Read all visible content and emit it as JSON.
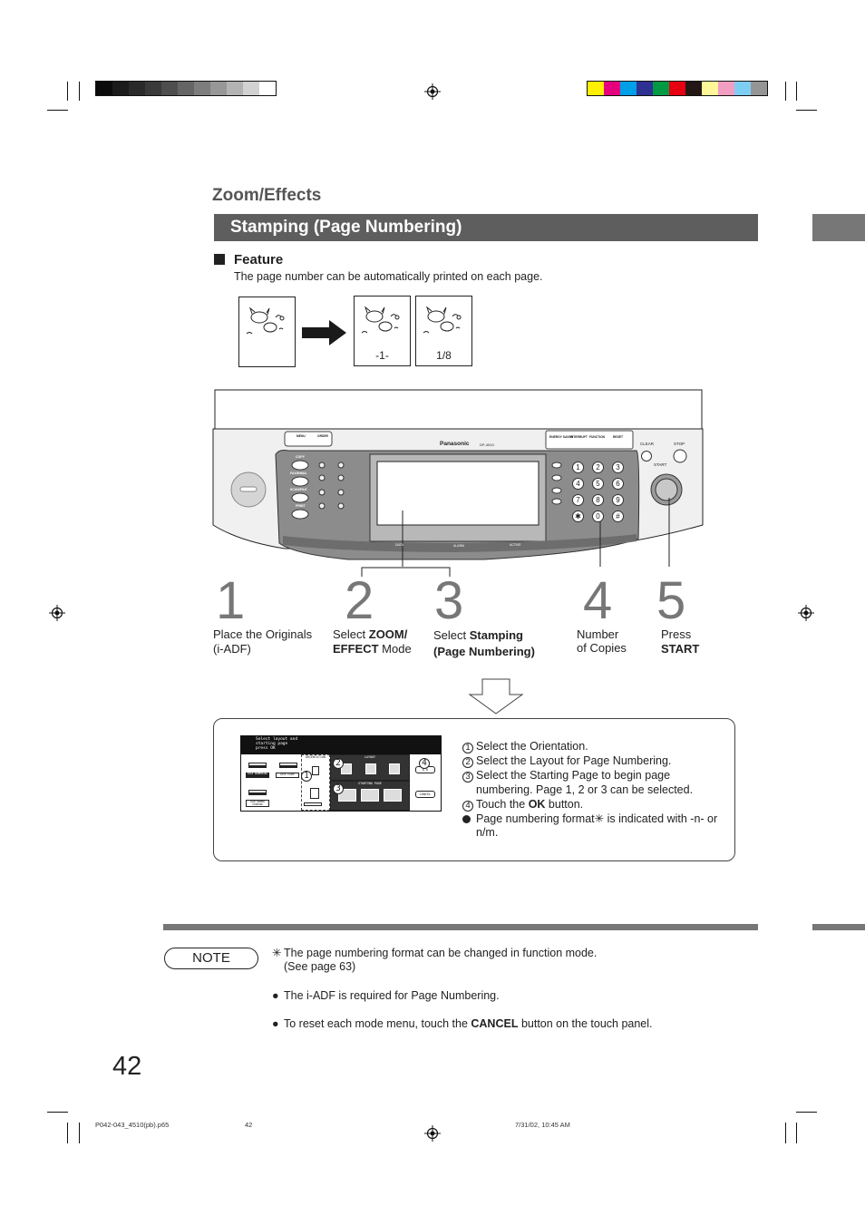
{
  "header": {
    "section_title": "Zoom/Effects",
    "banner_title": "Stamping (Page Numbering)"
  },
  "color_bars": {
    "gray": [
      "#0b0b0b",
      "#1b1b1b",
      "#2a2a2a",
      "#3a3a3a",
      "#4e4e4e",
      "#656565",
      "#7d7d7d",
      "#979797",
      "#b3b3b3",
      "#d2d2d2",
      "#ffffff"
    ],
    "process": [
      "#ffef00",
      "#e6007e",
      "#00a0e9",
      "#2e3192",
      "#009944",
      "#e60012",
      "#231815",
      "#fff799",
      "#f19ec2",
      "#7ecef4",
      "#959595"
    ]
  },
  "feature": {
    "heading": "Feature",
    "description": "The page number can be automatically printed on each page.",
    "result_labels": [
      "-1-",
      "1/8"
    ]
  },
  "control_panel": {
    "brand": "Panasonic",
    "model": "DP-4510",
    "keys": {
      "clear": "CLEAR",
      "stop": "STOP",
      "start": "START",
      "numbers": [
        "1",
        "2",
        "3",
        "4",
        "5",
        "6",
        "7",
        "8",
        "9",
        "✱",
        "0",
        "#"
      ],
      "left_keys": [
        "COPY",
        "FAX/EMAIL",
        "SCAN/FILE",
        "PRINT"
      ],
      "top_keys": [
        "MENU",
        "ORDER",
        "INTERRUPT",
        "FUNCTION",
        "RESET",
        "ENERGY SAVER"
      ],
      "bottom_labels": [
        "DATA",
        "ALARM",
        "ACTIVE"
      ]
    }
  },
  "steps": [
    {
      "num": "1",
      "line1": "Place the Originals",
      "line2": "(i-ADF)"
    },
    {
      "num": "2",
      "line1_pre": "Select ",
      "line1_bold": "ZOOM/",
      "line2_bold": "EFFECT",
      "line2_post": " Mode"
    },
    {
      "num": "3",
      "line1_pre": "Select ",
      "line1_bold": "Stamping",
      "line2_bold": "(Page Numbering)"
    },
    {
      "num": "4",
      "line1": "Number",
      "line2": "of Copies"
    },
    {
      "num": "5",
      "line1": "Press",
      "line2_bold": "START"
    }
  ],
  "lcd": {
    "prompt": [
      "Select layout and",
      "starting page",
      "press OK"
    ],
    "orientation": "ORIENTATION",
    "layout": "LAYOUT",
    "starting_page": "STARTING PAGE",
    "ok": "O K",
    "cancel": "CANCEL",
    "page_numbering": "PAGE NUMBERING",
    "date_stamp": "DATE STAMP",
    "page_numbering_2": "PAGE NUMBER STAMPING"
  },
  "instructions": [
    {
      "marker": "1",
      "text": "Select the Orientation."
    },
    {
      "marker": "2",
      "text": "Select the Layout for Page Numbering."
    },
    {
      "marker": "3",
      "text": "Select the Starting Page to begin page numbering. Page 1, 2 or 3 can be selected."
    },
    {
      "marker": "4",
      "pre": "Touch the ",
      "bold": "OK",
      "post": " button."
    },
    {
      "marker": "bullet",
      "text": "Page numbering format✳ is indicated with -n- or n/m."
    }
  ],
  "note": {
    "label": "NOTE",
    "items": [
      {
        "marker": "✳",
        "line1": "The page numbering format can be changed in function mode.",
        "line2": "(See page 63)"
      },
      {
        "marker": "●",
        "text": "The i-ADF is required for Page Numbering."
      },
      {
        "marker": "●",
        "pre": "To reset each mode menu, touch the ",
        "bold": "CANCEL",
        "post": " button on the touch panel."
      }
    ]
  },
  "page_number": "42",
  "footer": {
    "file": "P042-043_4510(pb).p65",
    "page": "42",
    "date": "7/31/02, 10:45 AM"
  }
}
